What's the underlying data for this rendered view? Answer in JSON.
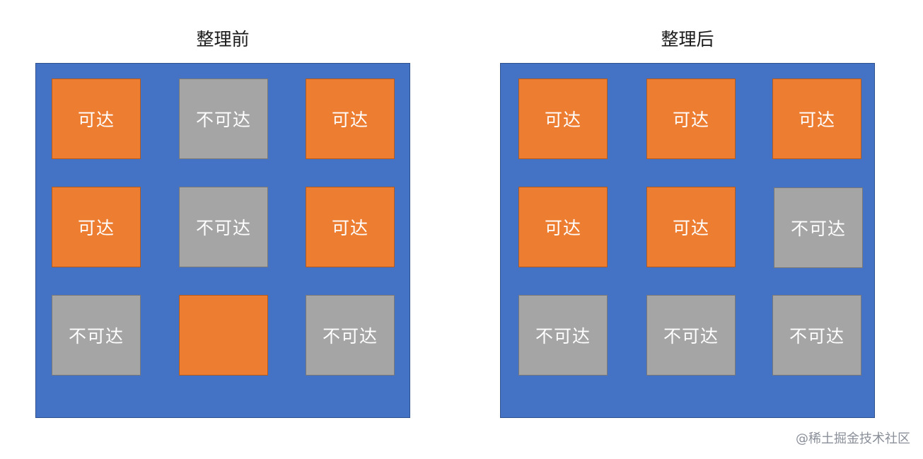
{
  "left_panel": {
    "title": "整理前",
    "cells": [
      {
        "label": "可达",
        "state": "reachable"
      },
      {
        "label": "不可达",
        "state": "unreachable"
      },
      {
        "label": "可达",
        "state": "reachable"
      },
      {
        "label": "可达",
        "state": "reachable"
      },
      {
        "label": "不可达",
        "state": "unreachable"
      },
      {
        "label": "可达",
        "state": "reachable"
      },
      {
        "label": "不可达",
        "state": "unreachable"
      },
      {
        "label": "",
        "state": "reachable"
      },
      {
        "label": "不可达",
        "state": "unreachable"
      }
    ]
  },
  "right_panel": {
    "title": "整理后",
    "cells": [
      {
        "label": "可达",
        "state": "reachable"
      },
      {
        "label": "可达",
        "state": "reachable"
      },
      {
        "label": "可达",
        "state": "reachable"
      },
      {
        "label": "可达",
        "state": "reachable"
      },
      {
        "label": "可达",
        "state": "reachable"
      },
      {
        "label": "不可达",
        "state": "unreachable"
      },
      {
        "label": "不可达",
        "state": "unreachable"
      },
      {
        "label": "不可达",
        "state": "unreachable"
      },
      {
        "label": "不可达",
        "state": "unreachable"
      }
    ]
  },
  "colors": {
    "panel_background": "#4472c4",
    "reachable": "#ed7d31",
    "unreachable": "#a5a5a5"
  },
  "watermark": "@稀土掘金技术社区"
}
